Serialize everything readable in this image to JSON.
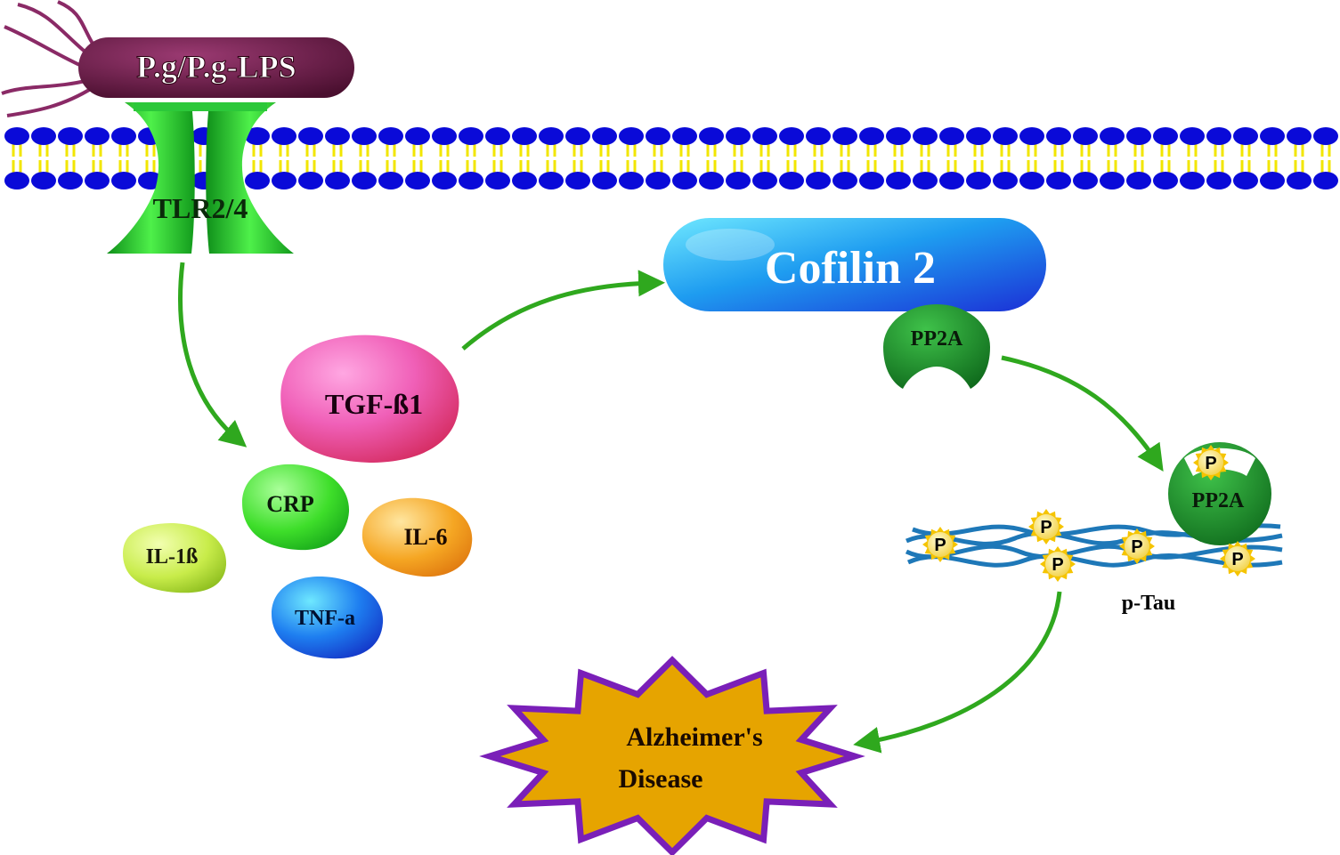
{
  "bacterium": {
    "label": "P.g/P.g-LPS"
  },
  "receptor": {
    "label": "TLR2/4"
  },
  "cofilin": {
    "label": "Cofilin 2"
  },
  "tgf": {
    "label": "TGF-ß1"
  },
  "cytokines": {
    "crp": "CRP",
    "il1b": "IL-1ß",
    "il6": "IL-6",
    "tnfa": "TNF-a"
  },
  "pp2a_top": {
    "label": "PP2A"
  },
  "pp2a_bound": {
    "label": "PP2A"
  },
  "phospho": {
    "label": "P"
  },
  "ptau": {
    "label": "p-Tau"
  },
  "disease": {
    "line1": "Alzheimer's",
    "line2": "Disease"
  },
  "colors": {
    "membrane_head": "#0a0ad8",
    "membrane_tail": "#f2e600",
    "arrow": "#2fa81e",
    "receptor": "#1fbf2a",
    "bacterium": "#6b1f4a",
    "tau": "#1e78b8",
    "star_fill": "#e6a400",
    "star_stroke": "#7a1fb8"
  }
}
